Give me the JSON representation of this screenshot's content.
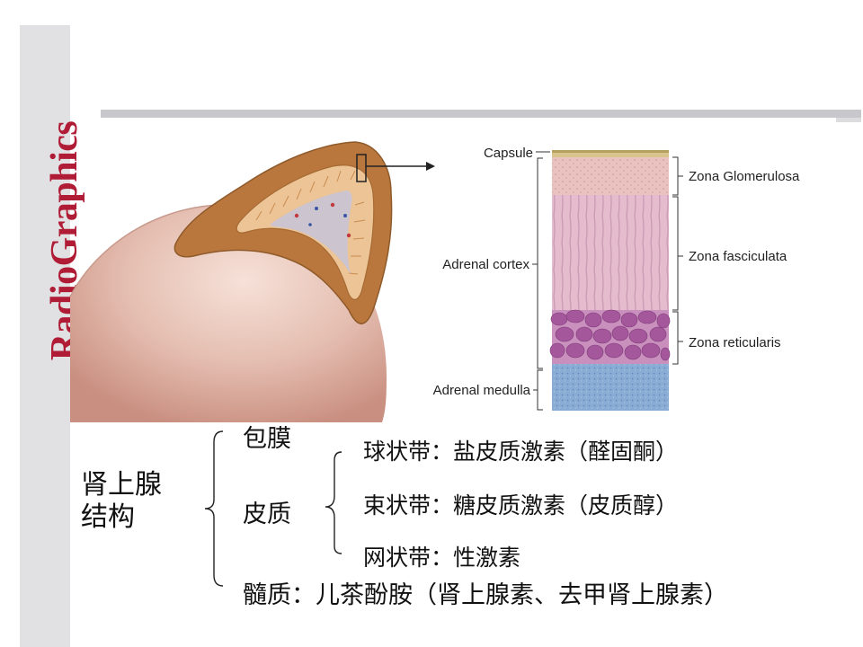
{
  "sidebar": {
    "brand": "RadioGraphics",
    "brand_color": "#b01c35"
  },
  "figure": {
    "labels": {
      "capsule": "Capsule",
      "adrenal_cortex": "Adrenal cortex",
      "adrenal_medulla": "Adrenal medulla",
      "zona_glomerulosa": "Zona Glomerulosa",
      "zona_fasciculata": "Zona fasciculata",
      "zona_reticularis": "Zona reticularis"
    },
    "colors": {
      "capsule": "#d8c48c",
      "glomerulosa": "#e8c3c0",
      "fasciculata": "#e5bccd",
      "reticularis": "#a5579c",
      "medulla": "#89acd4",
      "gland_outer": "#b9773e",
      "gland_inner": "#ecc495",
      "kidney": "#e0b9ac"
    }
  },
  "structure": {
    "root_line1": "肾上腺",
    "root_line2": "结构",
    "capsule": "包膜",
    "cortex": "皮质",
    "zones": [
      "球状带：盐皮质激素（醛固酮）",
      "束状带：糖皮质激素（皮质醇）",
      "网状带：性激素"
    ],
    "medulla": "髓质：儿茶酚胺（肾上腺素、去甲肾上腺素）"
  }
}
